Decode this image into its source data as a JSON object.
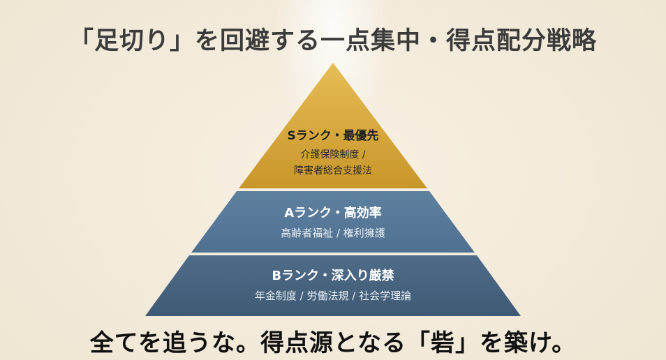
{
  "title": "「足切り」を回避する一点集中・得点配分戦略",
  "tiers": [
    {
      "name": "Sランク・最優先",
      "desc_line1": "介護保険制度 /",
      "desc_line2": "障害者総合支援法",
      "color": "#d4a32c"
    },
    {
      "name": "Aランク・高効率",
      "desc_line1": "高齢者福祉 / 権利擁護",
      "color": "#557796"
    },
    {
      "name": "Bランク・深入り厳禁",
      "desc_line1": "年金制度 / 労働法規 / 社会学理論",
      "color": "#48647f"
    }
  ],
  "footer": "全てを追うな。得点源となる「砦」を築け。"
}
